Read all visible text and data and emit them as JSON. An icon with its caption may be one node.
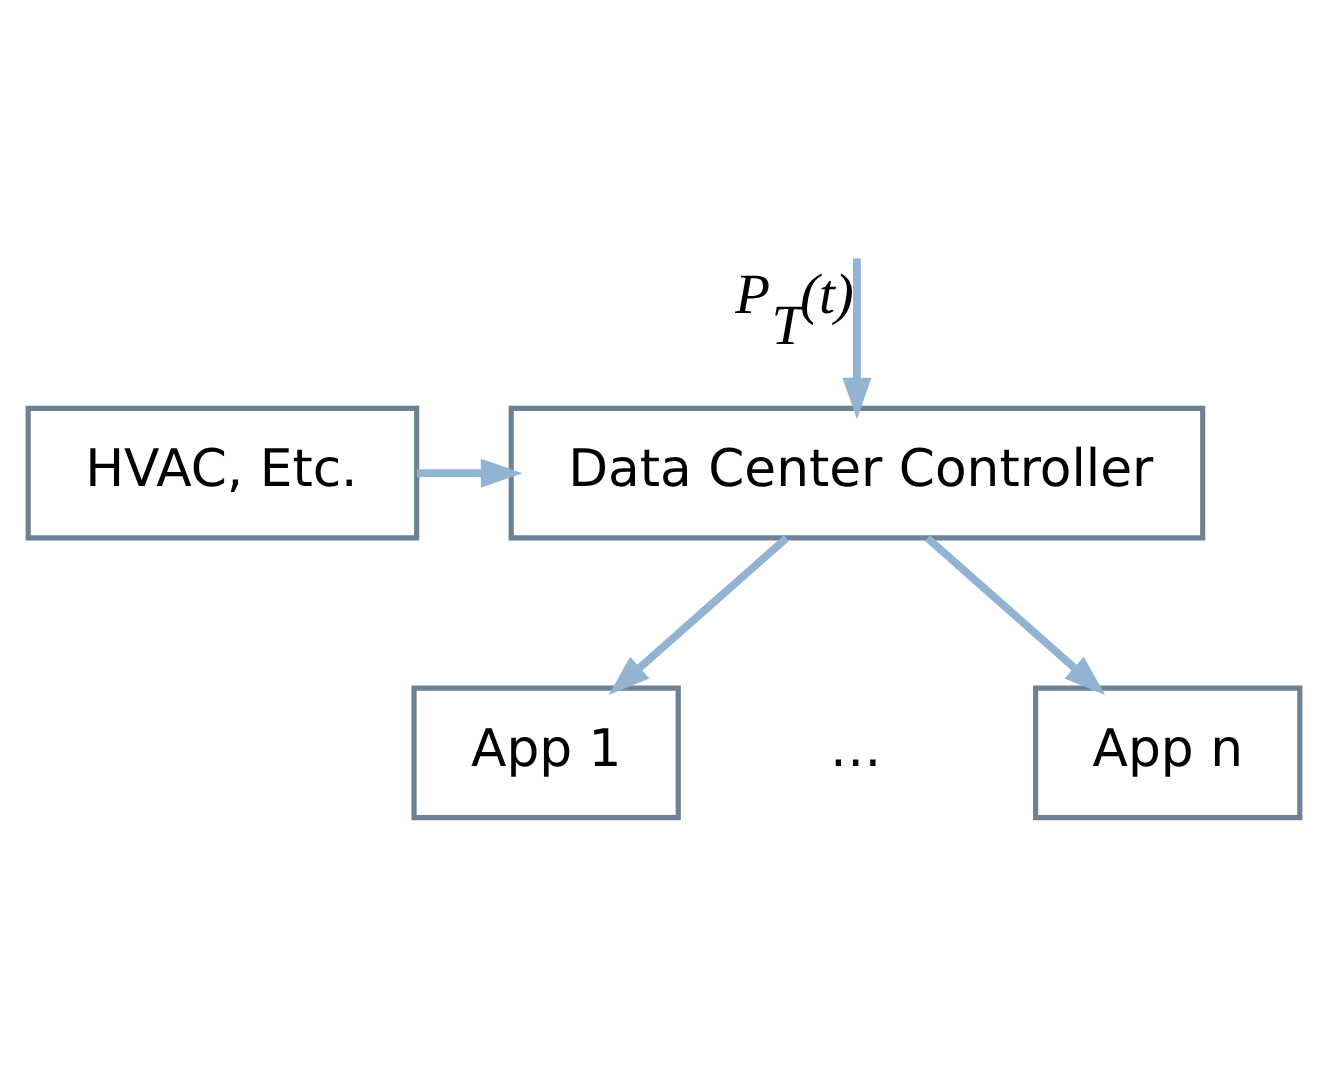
{
  "diagram": {
    "nodes": [
      {
        "text": [
          "Data Center Controller"
        ]
      },
      {
        "text": [
          "HVAC, Etc."
        ]
      },
      {
        "text": [
          "App 1"
        ]
      },
      {
        "text": [
          "App n"
        ]
      }
    ],
    "edges": [
      {
        "from": null,
        "to": 0,
        "arrow": "to",
        "label": "*P*$_{T}$*(t)*"
      },
      {
        "from": 1,
        "to": 0,
        "arrow": "to"
      },
      {
        "from": 0,
        "to": 2,
        "arrow": "to"
      },
      {
        "from": 0,
        "to": 3,
        "arrow": "to"
      }
    ],
    "labels": [
      "…"
    ]
  }
}
